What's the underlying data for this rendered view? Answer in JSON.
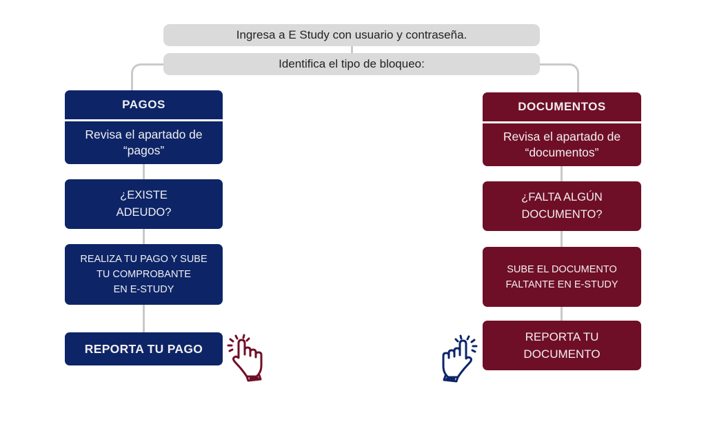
{
  "top": {
    "step1": "Ingresa a E Study con usuario y contraseña.",
    "step2": "Identifica el tipo de bloqueo:"
  },
  "left": {
    "title": "PAGOS",
    "check": "Revisa el apartado de\n“pagos”",
    "question": "¿EXISTE\nADEUDO?",
    "action": "REALIZA TU PAGO Y SUBE\nTU COMPROBANTE\nEN E-STUDY",
    "report": "REPORTA TU PAGO",
    "color": "#0d2567",
    "icon": "hand-pointer-icon"
  },
  "right": {
    "title": "DOCUMENTOS",
    "check": "Revisa el apartado de\n“documentos”",
    "question": "¿FALTA ALGÚN\nDOCUMENTO?",
    "action": "SUBE EL DOCUMENTO\nFALTANTE EN E-STUDY",
    "report": "REPORTA TU\nDOCUMENTO",
    "color": "#6f0f27",
    "icon": "hand-pointer-icon"
  }
}
